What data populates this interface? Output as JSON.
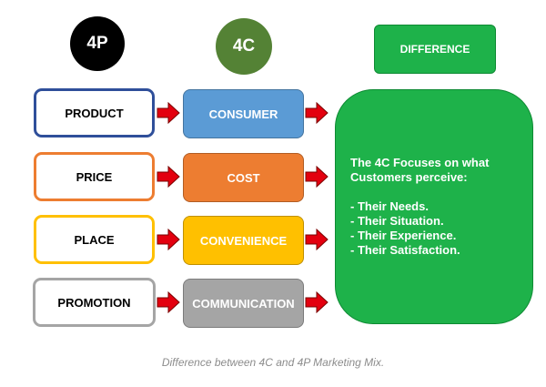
{
  "headers": {
    "p_label": "4P",
    "c_label": "4C",
    "difference_label": "DIFFERENCE"
  },
  "rows": [
    {
      "p": "PRODUCT",
      "c": "CONSUMER",
      "p_border": "#2f4f9a",
      "c_fill": "#5b9bd5"
    },
    {
      "p": "PRICE",
      "c": "COST",
      "p_border": "#ed7d31",
      "c_fill": "#ed7d31"
    },
    {
      "p": "PLACE",
      "c": "CONVENIENCE",
      "p_border": "#ffc000",
      "c_fill": "#ffc000"
    },
    {
      "p": "PROMOTION",
      "c": "COMMUNICATION",
      "p_border": "#a5a5a5",
      "c_fill": "#a5a5a5"
    }
  ],
  "difference": {
    "intro_line1": "The 4C Focuses on what",
    "intro_line2": "Customers perceive:",
    "items": [
      "- Their Needs.",
      "- Their Situation.",
      "- Their Experience.",
      "- Their Satisfaction."
    ]
  },
  "caption": "Difference between 4C and 4P Marketing Mix.",
  "colors": {
    "p_circle": "#000000",
    "c_circle": "#548235",
    "green": "#1eb24a",
    "arrow_red": "#e3000f"
  }
}
